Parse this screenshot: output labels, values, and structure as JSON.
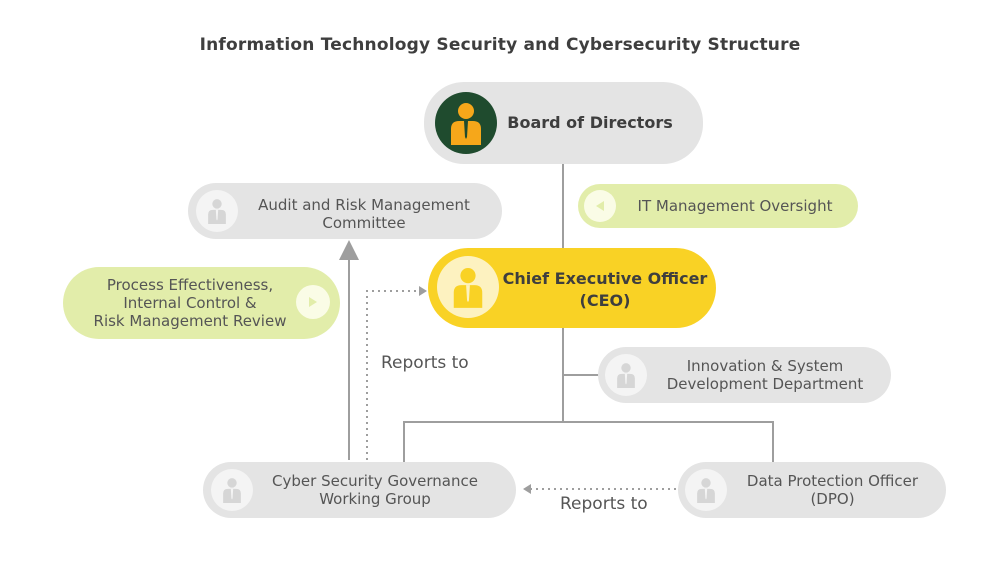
{
  "title": "Information Technology Security and Cybersecurity Structure",
  "nodes": {
    "board": "Board of Directors",
    "it_oversight": "IT Management Oversight",
    "audit": [
      "Audit and Risk Management",
      "Committee"
    ],
    "ceo": [
      "Chief Executive Officer",
      "(CEO)"
    ],
    "process": [
      "Process Effectiveness,",
      "Internal Control &",
      "Risk Management Review"
    ],
    "innovation": [
      "Innovation & System",
      "Development Department"
    ],
    "cyber": [
      "Cyber Security Governance",
      "Working Group"
    ],
    "dpo": [
      "Data Protection Officer",
      "(DPO)"
    ]
  },
  "labels": {
    "reports_to_1": "Reports to",
    "reports_to_2": "Reports to"
  },
  "colors": {
    "dark_green": "#1f4b2e",
    "yellow": "#f9d225",
    "lime": "#e2edaa",
    "grey": "#e4e4e4",
    "person_orange": "#f6a71a",
    "line": "#9e9e9e"
  },
  "icons": [
    "person-icon",
    "play-left-icon",
    "play-right-icon"
  ]
}
